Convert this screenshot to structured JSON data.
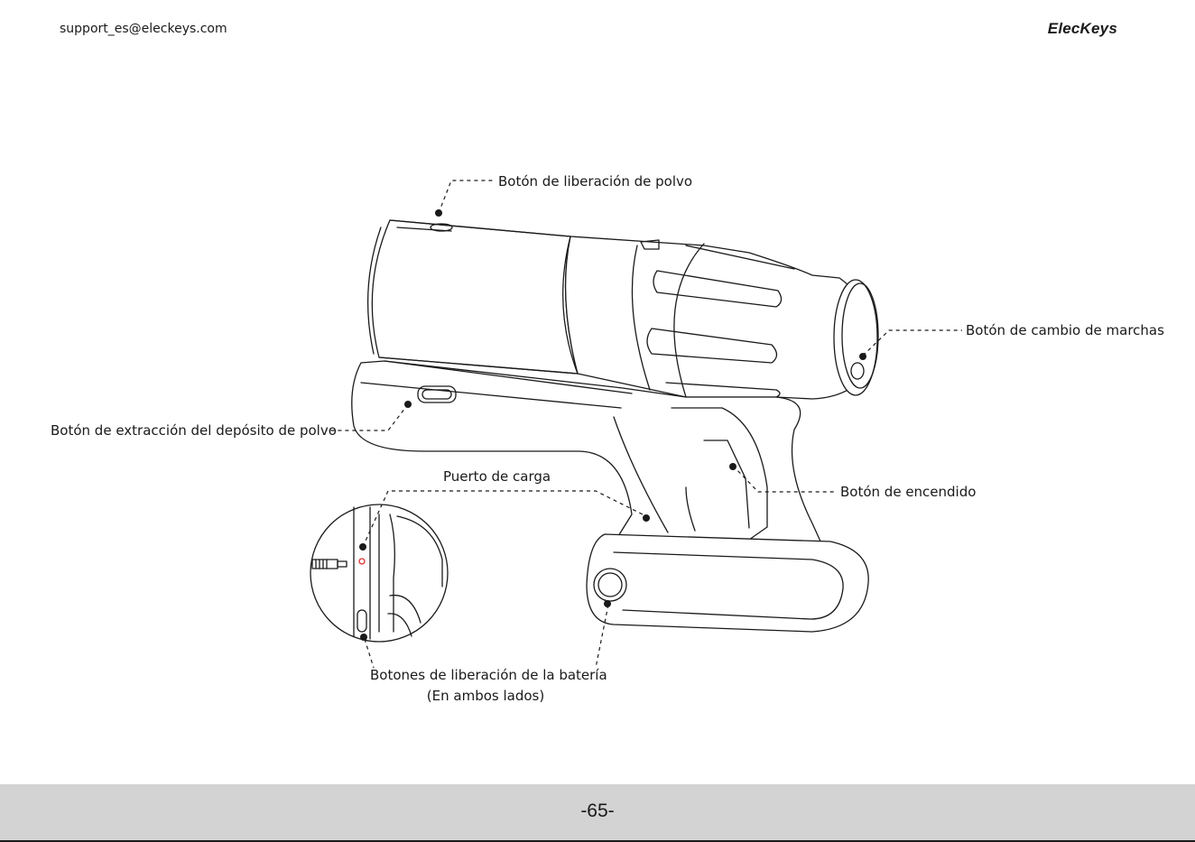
{
  "header": {
    "email": "support_es@eleckeys.com",
    "brand": "ElecKeys"
  },
  "labels": {
    "dust_release": "Botón de liberación de polvo",
    "gear_change": "Botón de cambio de marchas",
    "dust_tank_removal": "Botón de extracción del depósito de polvo",
    "charging_port": "Puerto de carga",
    "power": "Botón de encendido",
    "battery_release": "Botones de liberación de la batería",
    "battery_release_note": "(En ambos lados)"
  },
  "footer": {
    "page_number": "-65-"
  },
  "colors": {
    "line": "#1a1a1a",
    "footer_bg": "#d3d3d3",
    "accent_port": "#e03030"
  }
}
